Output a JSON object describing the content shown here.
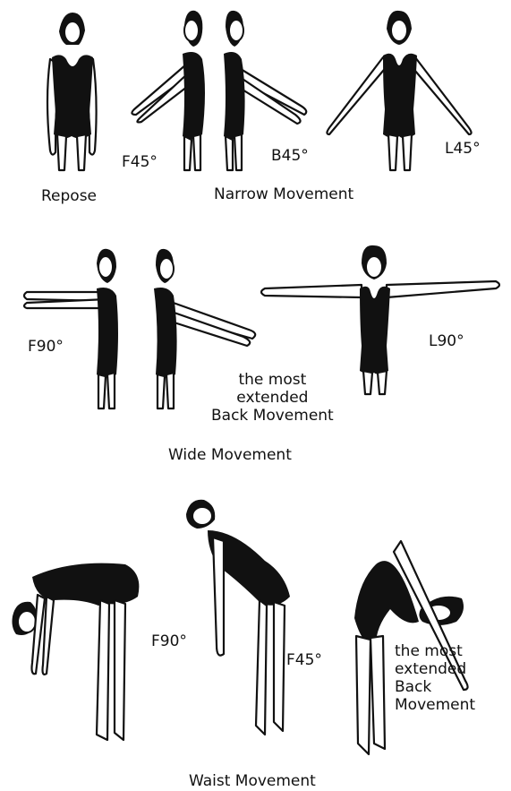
{
  "colors": {
    "ink": "#111111",
    "background": "#ffffff"
  },
  "narrow": {
    "repose": "Repose",
    "title": "Narrow Movement",
    "f45": "F45°",
    "b45": "B45°",
    "l45": "L45°"
  },
  "wide": {
    "f90": "F90°",
    "l90": "L90°",
    "back_note": "the most\nextended\nBack Movement",
    "title": "Wide Movement"
  },
  "waist": {
    "f90": "F90°",
    "f45": "F45°",
    "back_note": "the most\nextended\nBack\nMovement",
    "title": "Waist Movement"
  }
}
